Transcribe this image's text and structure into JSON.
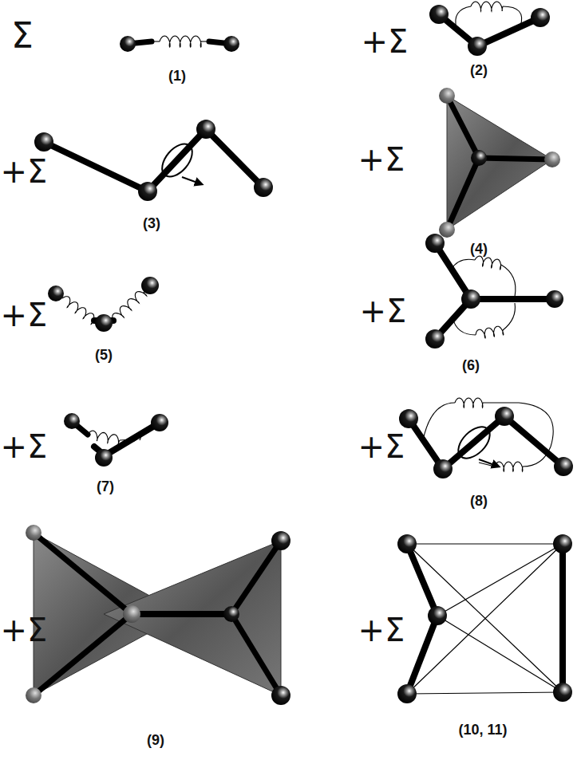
{
  "diagram": {
    "labels": [
      "Σ",
      "(1)",
      "+Σ",
      "(2)",
      "+Σ",
      "(3)",
      "+Σ",
      "(4)",
      "+Σ",
      "(5)",
      "+Σ",
      "(6)",
      "+Σ",
      "(7)",
      "+Σ",
      "(8)",
      "+Σ",
      "(9)",
      "+Σ",
      "(10, 11)"
    ]
  }
}
